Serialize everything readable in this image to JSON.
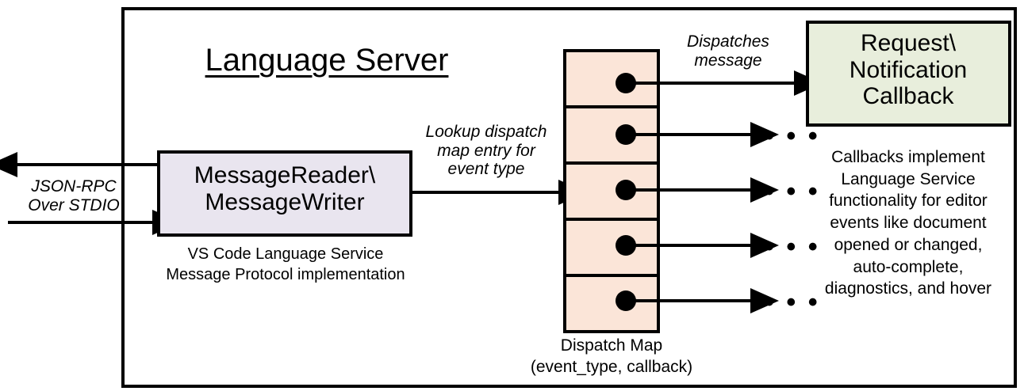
{
  "diagram": {
    "title": "Language Server",
    "colors": {
      "outer_border": "#000000",
      "message_box_fill": "#e9e5ef",
      "dispatch_map_fill": "#fbe5d8",
      "callback_box_fill": "#e8eedc",
      "stroke": "#000000",
      "background": "#ffffff"
    },
    "boxes": {
      "message_reader_writer": {
        "label": "MessageReader\\\nMessageWriter",
        "caption": "VS Code Language Service\nMessage Protocol implementation"
      },
      "request_notification_callback": {
        "label": "Request\\\nNotification\nCallback"
      },
      "dispatch_map": {
        "caption": "Dispatch Map\n(event_type, callback)",
        "rows": 5,
        "row_marker": "filled-dot"
      }
    },
    "edge_labels": {
      "stdio": "JSON-RPC\nOver STDIO",
      "lookup": "Lookup dispatch\nmap entry for\nevent type",
      "dispatches": "Dispatches\nmessage"
    },
    "side_text": {
      "callbacks_description": "Callbacks implement\nLanguage Service\nfunctionality for editor\nevents like document\nopened or changed,\nauto-complete,\ndiagnostics, and hover"
    },
    "ellipses": [
      "• • •",
      "• • •",
      "• • •",
      "• • •"
    ]
  }
}
